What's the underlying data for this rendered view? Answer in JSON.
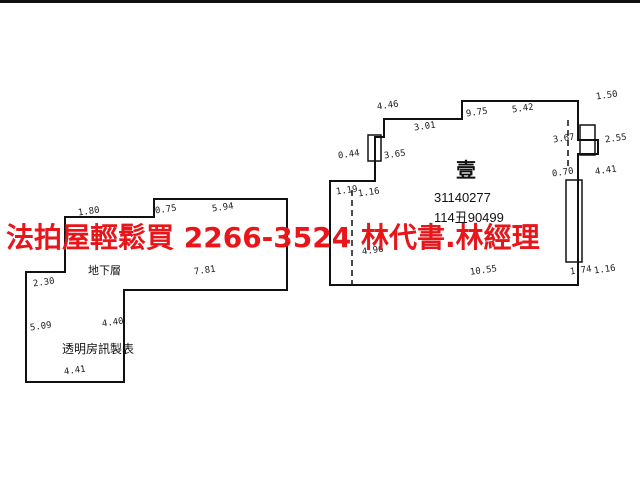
{
  "top_edge_color": "#111111",
  "watermark": {
    "text": "法拍屋輕鬆買  2266-3524  林代書.林經理",
    "color": "#e8161a"
  },
  "left_plan": {
    "floor_label": "地下層",
    "caption": "透明房訊製表",
    "dims": [
      "0.75",
      "5.94",
      "7.81",
      "2.30",
      "5.09",
      "4.41",
      "4.40",
      "1.80"
    ]
  },
  "right_plan": {
    "floor_label": "壹",
    "parcel_number": "31140277",
    "certificate": "114丑90499",
    "dims": [
      "9.75",
      "5.42",
      "3.01",
      "4.46",
      "3.65",
      "3.67",
      "2.55",
      "1.50",
      "0.70",
      "4.41",
      "1.19",
      "1.16",
      "10.55",
      "1.16",
      "1.74",
      "0.44",
      "4.96"
    ]
  }
}
